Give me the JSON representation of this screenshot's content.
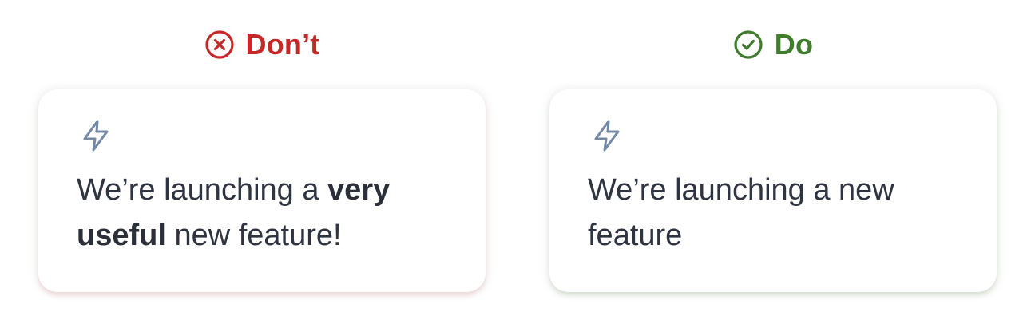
{
  "dont": {
    "heading": "Don’t",
    "heading_icon": "x-circle-icon",
    "heading_color": "#c62828",
    "card": {
      "icon": "lightning-bolt-icon",
      "text_before": "We’re launching a ",
      "text_bold": "very useful",
      "text_after": " new feature!"
    }
  },
  "do": {
    "heading": "Do",
    "heading_icon": "check-circle-icon",
    "heading_color": "#3f7d2c",
    "card": {
      "icon": "lightning-bolt-icon",
      "text": "We’re launching a new feature"
    }
  },
  "colors": {
    "icon_gray_blue": "#7489a6",
    "text": "#2e3440"
  }
}
